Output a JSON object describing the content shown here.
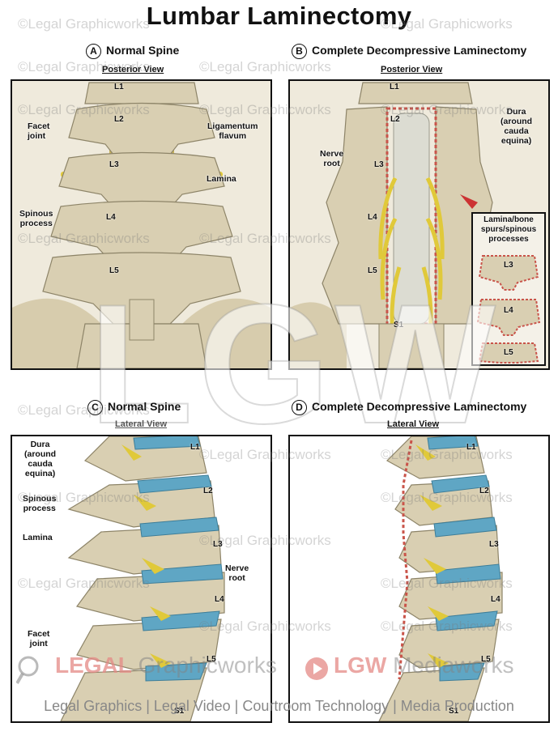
{
  "title": "Lumbar Laminectomy",
  "panels": {
    "a": {
      "letter": "A",
      "title": "Normal Spine",
      "view": "Posterior View",
      "levels": [
        "L1",
        "L2",
        "L3",
        "L4",
        "L5"
      ],
      "labels": {
        "facet": "Facet\njoint",
        "ligamentum": "Ligamentum\nflavum",
        "lamina": "Lamina",
        "spinous": "Spinous\nprocess"
      }
    },
    "b": {
      "letter": "B",
      "title": "Complete Decompressive Laminectomy",
      "view": "Posterior View",
      "levels": [
        "L1",
        "L2",
        "L3",
        "L4",
        "L5",
        "S1"
      ],
      "labels": {
        "dura": "Dura\n(around\ncauda\nequina)",
        "nerve_root": "Nerve\nroot",
        "inset_title": "Lamina/bone\nspurs/spinous\nprocesses"
      },
      "inset_levels": [
        "L3",
        "L4",
        "L5"
      ]
    },
    "c": {
      "letter": "C",
      "title": "Normal Spine",
      "view": "Lateral View",
      "levels": [
        "L1",
        "L2",
        "L3",
        "L4",
        "L5",
        "S1"
      ],
      "labels": {
        "dura": "Dura\n(around\ncauda\nequina)",
        "spinous": "Spinous\nprocess",
        "lamina": "Lamina",
        "nerve_root": "Nerve\nroot",
        "facet": "Facet\njoint"
      }
    },
    "d": {
      "letter": "D",
      "title": "Complete Decompressive Laminectomy",
      "view": "Lateral View",
      "levels": [
        "L1",
        "L2",
        "L3",
        "L4",
        "L5",
        "S1"
      ]
    }
  },
  "watermark": {
    "text": "©Legal Graphicworks",
    "big": "LGW"
  },
  "logos": {
    "left_a": "LEGAL",
    "left_b": "Graphicworks",
    "right_a": "LGW",
    "right_b": "Mediaworks"
  },
  "footer": "Legal Graphics | Legal Video | Courtroom Technology | Media Production",
  "colors": {
    "bone": "#d9cfb2",
    "nerve": "#e0c93a",
    "disc": "#5fa6c4",
    "dura": "#d8d8d0",
    "cut_edge": "#c9544a",
    "watermark_red": "#e48a86"
  }
}
